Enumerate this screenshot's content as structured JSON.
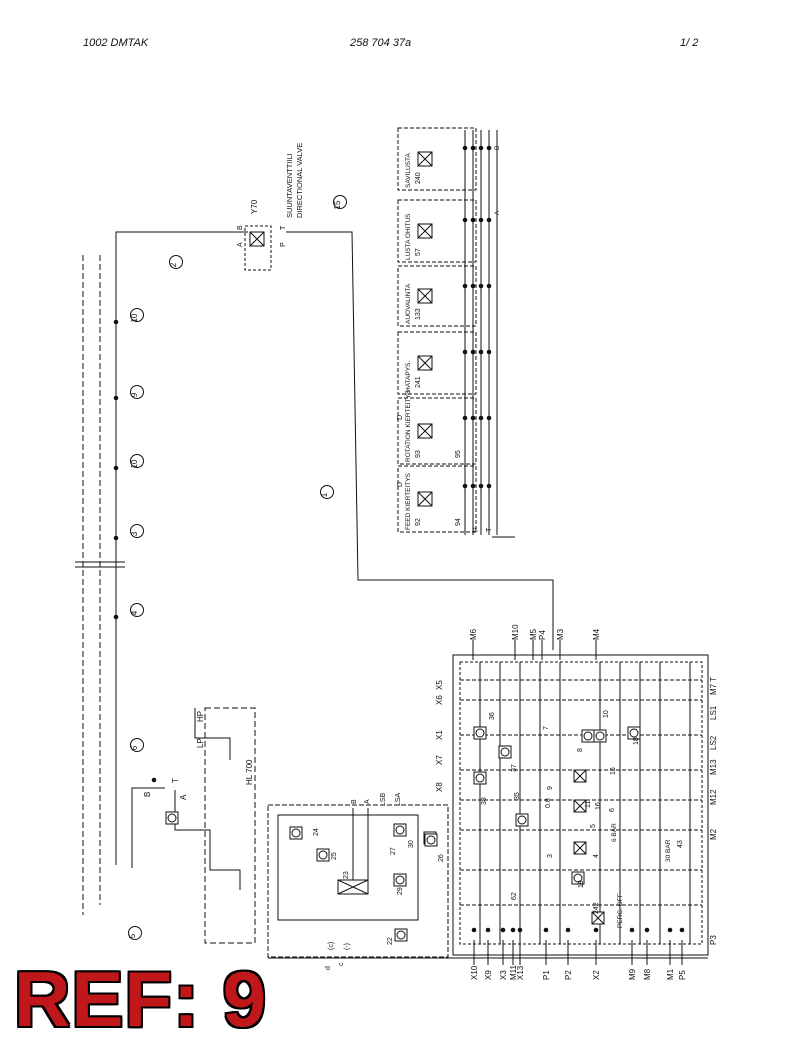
{
  "header": {
    "left": "1002  DMTAK",
    "center": "258 704 37a",
    "right": "1/  2"
  },
  "stamp": {
    "text": "REF: 9"
  },
  "diagram": {
    "directional_valve": {
      "id": "Y70",
      "finnish": "SUUNTAVENTTIILI",
      "english": "DIRECTIONAL VALVE",
      "ports": [
        "A",
        "B",
        "P",
        "T"
      ]
    },
    "line_labels": [
      "2",
      "15",
      "10",
      "9",
      "10",
      "3",
      "4",
      "1",
      "6",
      "5"
    ],
    "control_modules": [
      {
        "label": "SAVILUSTA",
        "component": "240"
      },
      {
        "label": "LUSTA OHITUS",
        "component": "57"
      },
      {
        "label": "AUOVALINTA",
        "component": "133"
      },
      {
        "label": "HATAPYS.",
        "component": "241"
      },
      {
        "label": "ROTATION KIERTEITYS",
        "components": [
          "93",
          "95"
        ]
      },
      {
        "label": "FEED  KIERTEITYS",
        "components": [
          "92",
          "94"
        ]
      }
    ],
    "module_ports": [
      "P",
      "T",
      "B",
      "A",
      "D"
    ],
    "top_ports": [
      "M6",
      "M10",
      "M5",
      "P4",
      "M3",
      "M4"
    ],
    "right_ports": [
      "X5",
      "X6",
      "X1",
      "X7",
      "X8",
      "M7 T",
      "LS1",
      "LS2",
      "M13",
      "M12",
      "M2",
      "P3"
    ],
    "bottom_ports": [
      "X10",
      "X9",
      "X3",
      "M11",
      "X13",
      "P1",
      "P2",
      "X2",
      "M9",
      "M8",
      "M1",
      "P5"
    ],
    "hammer_labels": [
      "HP",
      "LP",
      "HL 700",
      "T",
      "A",
      "B"
    ],
    "block_labels": [
      "B",
      "A",
      "LSB",
      "LSA",
      "(c)",
      "(-)",
      "d",
      "c"
    ],
    "component_numbers": [
      "36",
      "37",
      "38",
      "35",
      "7",
      "8",
      "10",
      "18",
      "9",
      "15",
      "11",
      "6",
      "5",
      "16",
      "4",
      "3",
      "43",
      "19",
      "62",
      "242",
      "24",
      "25",
      "27",
      "30",
      "26",
      "23",
      "29",
      "22",
      "0.8"
    ],
    "annotations": [
      "6 BAR",
      "30 BAR",
      "PERC. OFF"
    ]
  }
}
